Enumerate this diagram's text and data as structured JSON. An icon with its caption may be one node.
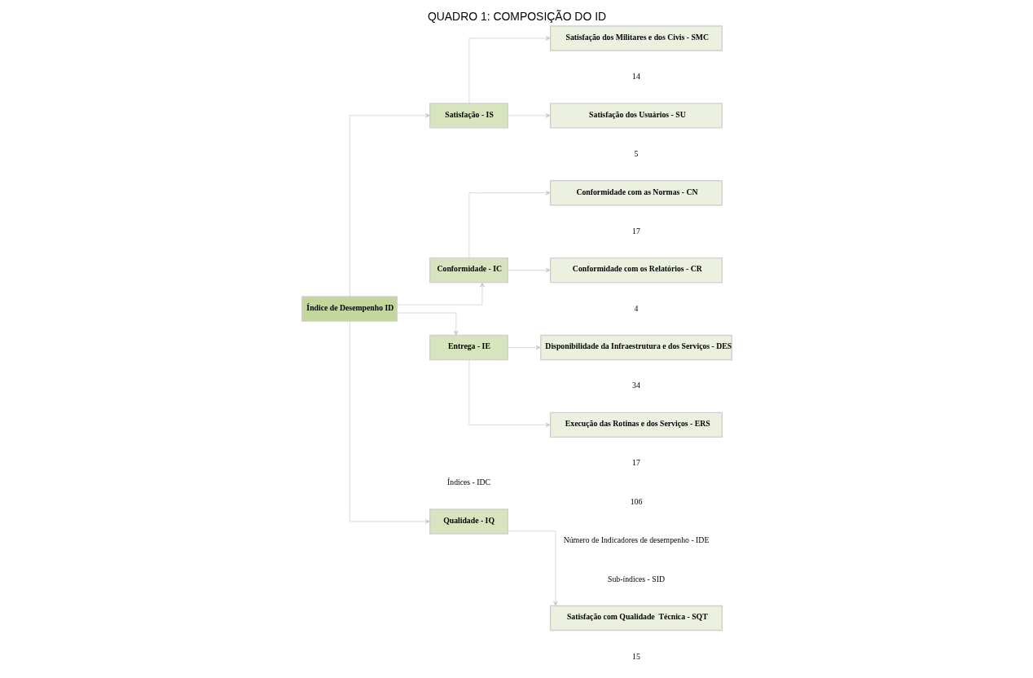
{
  "diagram": {
    "title": "QUADRO 1: COMPOSIÇÃO DO ID",
    "nodes": [
      {
        "text": [
          "Índice de Desempenho ID"
        ]
      },
      {
        "text": [
          "Qualidade - IQ"
        ]
      },
      {
        "text": [
          "Satisfação - IS"
        ]
      },
      {
        "text": [
          "Conformidade - IC"
        ]
      },
      {
        "text": [
          "Entrega - IE"
        ]
      },
      {
        "text": [
          "Satisfação com Qualidade  Técnica - SQT"
        ],
        "beside": [
          "15"
        ]
      },
      {
        "text": [
          "Satisfação dos Militares e dos Civis - SMC"
        ],
        "beside": [
          "14"
        ]
      },
      {
        "text": [
          "Satisfação dos Usuários - SU"
        ],
        "beside": [
          "5"
        ]
      },
      {
        "text": [
          "Conformidade com as Normas - CN"
        ],
        "beside": [
          "17"
        ]
      },
      {
        "text": [
          "Conformidade com os Relatórios - CR"
        ],
        "beside": [
          "4"
        ]
      },
      {
        "text": [
          "Disponibilidade da Infraestrutura e dos Serviços - DES"
        ],
        "beside": [
          "34"
        ]
      },
      {
        "text": [
          "Execução das Rotinas e dos Serviços - ERS"
        ],
        "beside": [
          "17"
        ]
      }
    ],
    "edges": [
      {
        "from": 0,
        "to": 1,
        "arrow": "to"
      },
      {
        "from": 0,
        "to": 2,
        "arrow": "to"
      },
      {
        "from": 0,
        "to": 3,
        "arrow": "to"
      },
      {
        "from": 0,
        "to": 4,
        "arrow": "to"
      },
      {
        "from": 1,
        "to": 5,
        "arrow": "to"
      },
      {
        "from": 2,
        "to": 6,
        "arrow": "to"
      },
      {
        "from": 2,
        "to": 7,
        "arrow": "to"
      },
      {
        "from": 3,
        "to": 8,
        "arrow": "to"
      },
      {
        "from": 3,
        "to": 9,
        "arrow": "to"
      },
      {
        "from": 4,
        "to": 10,
        "arrow": "to"
      },
      {
        "from": 4,
        "to": 11,
        "arrow": "to"
      }
    ],
    "labels": [
      "Índices - IDC",
      "Sub-índices - SID",
      "Número de Indicadores de desempenho - IDE",
      "106"
    ]
  }
}
